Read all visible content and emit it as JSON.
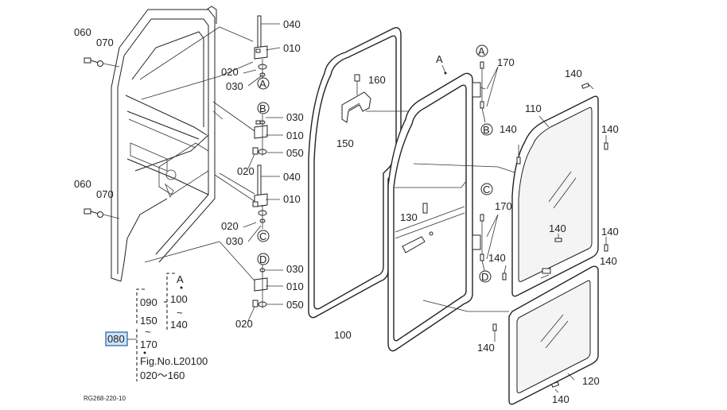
{
  "figure_code": "RG268-220-10",
  "highlight_label": "080",
  "part_labels": {
    "p060_top": "060",
    "p070_top": "070",
    "p060_mid": "060",
    "p070_mid": "070",
    "p040_top": "040",
    "p010_a": "010",
    "p020_a": "020",
    "p030_a": "030",
    "p030_b": "030",
    "p010_b": "010",
    "p050_a": "050",
    "p020_b": "020",
    "p040_mid": "040",
    "p010_c": "010",
    "p020_c": "020",
    "p030_c": "030",
    "p030_d": "030",
    "p010_d": "010",
    "p050_b": "050",
    "p020_d": "020",
    "p160": "160",
    "p150": "150",
    "p130": "130",
    "p100": "100",
    "p170_top": "170",
    "p170_mid": "170",
    "p110": "110",
    "p120": "120",
    "p140_a": "140",
    "p140_b": "140",
    "p140_c": "140",
    "p140_d": "140",
    "p140_e": "140",
    "p140_f": "140",
    "p140_g": "140",
    "p140_h": "140",
    "p140_i": "140"
  },
  "ref_markers": {
    "a_top": "A",
    "b_top": "B",
    "c_top": "C",
    "d_top": "D",
    "a_right": "A",
    "b_right": "B",
    "c_right": "C",
    "d_right": "D",
    "a_door": "A"
  },
  "legend": {
    "ref_a": "A",
    "range_a_start": "100",
    "range_tilde_a": "~",
    "range_a_end": "140",
    "item_090": "090",
    "item_150": "150",
    "range_tilde_b": "~",
    "item_170": "170",
    "fig_ref": "Fig.No.L20100",
    "fig_range": "020～160"
  }
}
